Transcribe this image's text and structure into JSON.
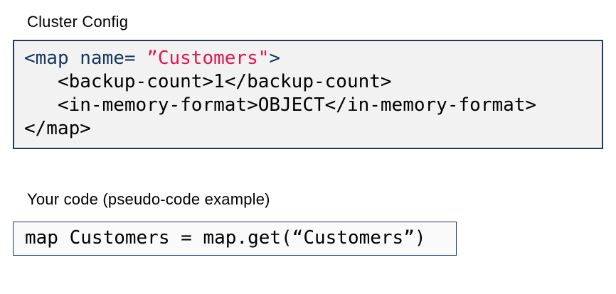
{
  "page": {
    "section1_title": "Cluster Config",
    "section2_title": "Your code (pseudo-code example)"
  },
  "colors": {
    "keyword": "#17365d",
    "string": "#e0164f",
    "default": "#000000",
    "border": "#1f3864",
    "block1_bg": "#f2f2f2",
    "block2_bg": "#fafafa"
  },
  "cluster_config_code": {
    "language": "xml",
    "lines": [
      {
        "segments": [
          {
            "text": "<map name= ",
            "color": "keyword"
          },
          {
            "text": "”Customers\"",
            "color": "string"
          },
          {
            "text": ">",
            "color": "keyword"
          }
        ]
      },
      {
        "segments": [
          {
            "text": "   <backup-count>1</backup-count>",
            "color": "default"
          }
        ]
      },
      {
        "segments": [
          {
            "text": "   <in-memory-format>OBJECT</in-memory-format>",
            "color": "default"
          }
        ]
      },
      {
        "segments": [
          {
            "text": "</map>",
            "color": "default"
          }
        ]
      }
    ]
  },
  "pseudo_code": {
    "text": "map Customers = map.get(“Customers”)"
  }
}
